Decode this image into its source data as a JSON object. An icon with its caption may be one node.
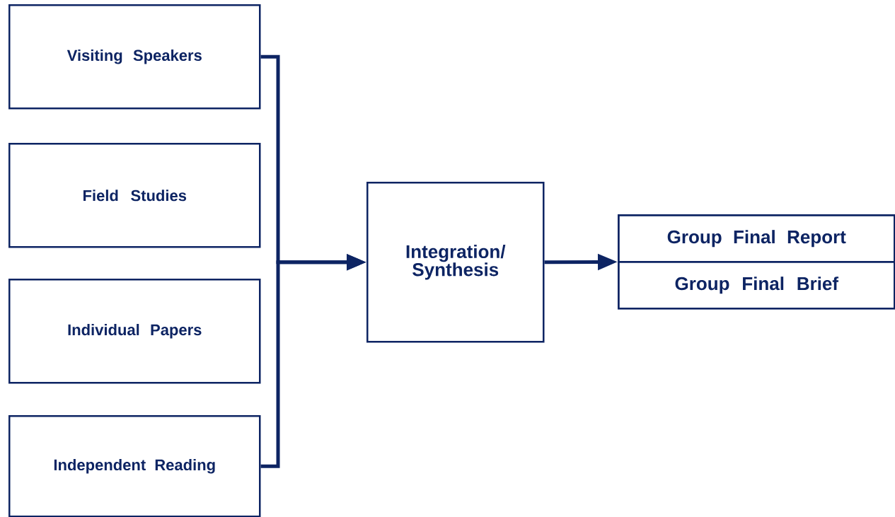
{
  "diagram": {
    "nodes": [
      {
        "text": [
          "Visiting Speakers"
        ]
      },
      {
        "text": [
          "Field Studies"
        ]
      },
      {
        "text": [
          "Individual Papers"
        ]
      },
      {
        "text": [
          "Independent Reading"
        ]
      },
      {
        "text": [
          "Integration/ Synthesis"
        ]
      },
      {
        "text": [],
        "shape": "box"
      },
      {
        "text": [
          "Group Final Report"
        ],
        "in": 5
      },
      {
        "text": [
          "Group Final Brief"
        ],
        "in": 5
      }
    ],
    "edges": [
      {
        "from": 0,
        "to": 4,
        "arrow": "to"
      },
      {
        "from": 3,
        "to": 4,
        "arrow": "to"
      },
      {
        "from": 4,
        "to": 5,
        "arrow": "to"
      }
    ]
  }
}
